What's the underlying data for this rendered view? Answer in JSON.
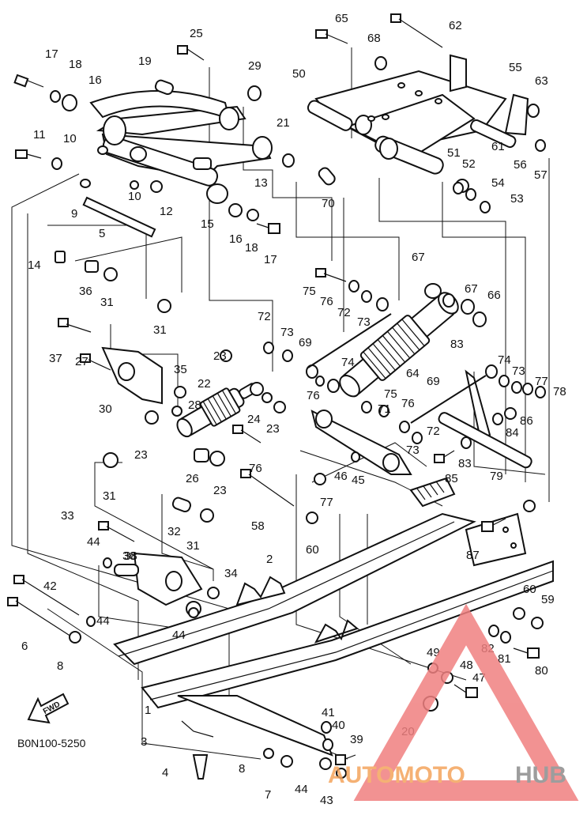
{
  "diagram": {
    "reference_code": "B0N100-5250",
    "fwd_label": "FWD",
    "callouts": [
      "1",
      "2",
      "3",
      "4",
      "5",
      "6",
      "7",
      "8",
      "8",
      "9",
      "10",
      "10",
      "11",
      "12",
      "13",
      "14",
      "15",
      "16",
      "16",
      "17",
      "17",
      "18",
      "18",
      "19",
      "20",
      "21",
      "22",
      "23",
      "23",
      "23",
      "23",
      "24",
      "25",
      "26",
      "27",
      "28",
      "29",
      "30",
      "31",
      "31",
      "31",
      "31",
      "32",
      "33",
      "34",
      "35",
      "36",
      "36",
      "37",
      "38",
      "39",
      "40",
      "41",
      "42",
      "43",
      "44",
      "44",
      "44",
      "44",
      "45",
      "46",
      "47",
      "48",
      "49",
      "50",
      "51",
      "52",
      "53",
      "54",
      "55",
      "56",
      "57",
      "58",
      "59",
      "60",
      "60",
      "61",
      "62",
      "63",
      "64",
      "65",
      "66",
      "67",
      "67",
      "68",
      "69",
      "69",
      "70",
      "71",
      "72",
      "72",
      "72",
      "73",
      "73",
      "73",
      "73",
      "74",
      "74",
      "75",
      "75",
      "76",
      "76",
      "76",
      "76",
      "77",
      "77",
      "78",
      "79",
      "80",
      "81",
      "82",
      "83",
      "83",
      "84",
      "85",
      "86",
      "87"
    ]
  },
  "watermark": {
    "brand_left": "AUTOMOTO",
    "brand_right": "HUB",
    "colors": {
      "triangle": "#f08080",
      "left_text": "#f4a45c",
      "right_text": "#8c8c8c"
    }
  }
}
